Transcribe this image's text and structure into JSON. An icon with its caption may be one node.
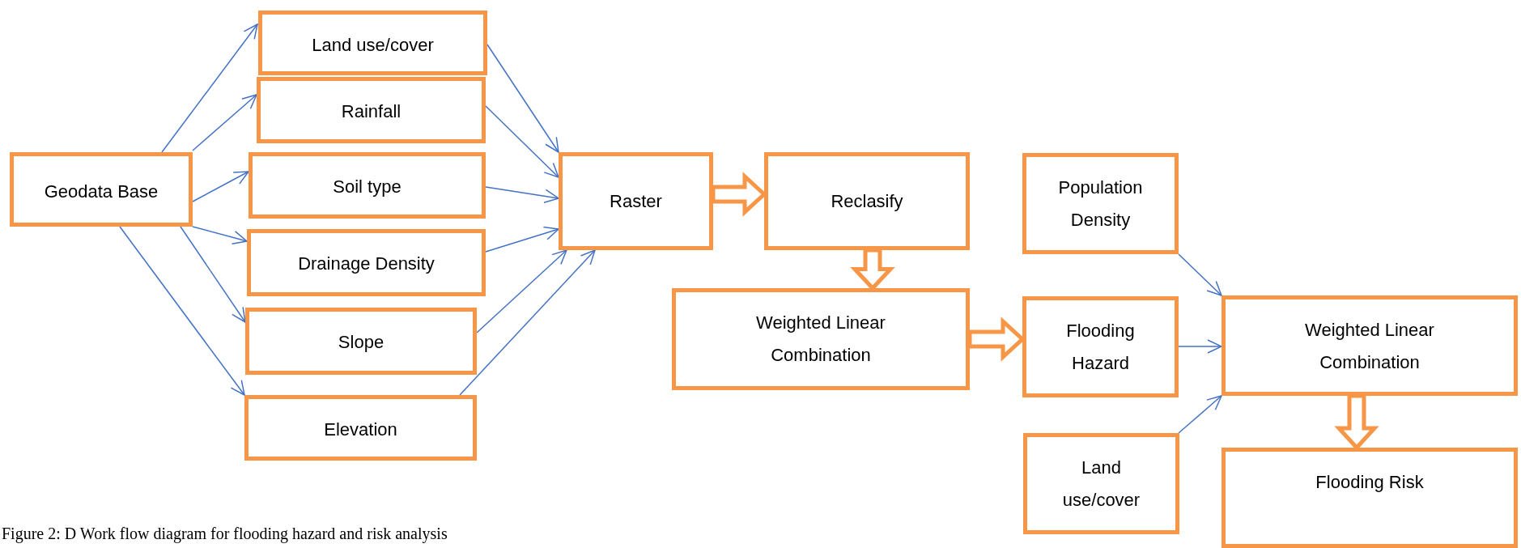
{
  "diagram": {
    "caption": "Figure 2: D Work flow diagram for flooding hazard and risk analysis",
    "nodes": [
      {
        "text": [
          "Geodata Base"
        ]
      },
      {
        "text": [
          "Land use/cover"
        ]
      },
      {
        "text": [
          "Rainfall"
        ]
      },
      {
        "text": [
          "Soil type"
        ]
      },
      {
        "text": [
          "Drainage Density"
        ]
      },
      {
        "text": [
          "Slope"
        ]
      },
      {
        "text": [
          "Elevation"
        ]
      },
      {
        "text": [
          "Raster"
        ]
      },
      {
        "text": [
          "Reclasify"
        ]
      },
      {
        "text": [
          "Weighted Linear Combination"
        ]
      },
      {
        "text": [
          "Flooding Hazard"
        ]
      },
      {
        "text": [
          "Population Density"
        ]
      },
      {
        "text": [
          "Weighted Linear Combination"
        ]
      },
      {
        "text": [
          "Land use/cover"
        ]
      },
      {
        "text": [
          "Flooding Risk"
        ]
      }
    ],
    "edges": [
      {
        "from": 0,
        "to": 1,
        "arrow": "to"
      },
      {
        "from": 0,
        "to": 2,
        "arrow": "to"
      },
      {
        "from": 0,
        "to": 3,
        "arrow": "to"
      },
      {
        "from": 0,
        "to": 4,
        "arrow": "to"
      },
      {
        "from": 0,
        "to": 5,
        "arrow": "to"
      },
      {
        "from": 0,
        "to": 6,
        "arrow": "to"
      },
      {
        "from": 1,
        "to": 7,
        "arrow": "to"
      },
      {
        "from": 2,
        "to": 7,
        "arrow": "to"
      },
      {
        "from": 3,
        "to": 7,
        "arrow": "to"
      },
      {
        "from": 4,
        "to": 7,
        "arrow": "to"
      },
      {
        "from": 5,
        "to": 7,
        "arrow": "to"
      },
      {
        "from": 6,
        "to": 7,
        "arrow": "to"
      },
      {
        "from": 7,
        "to": 8,
        "arrow": "to",
        "style": "thick",
        "color": "#f79646"
      },
      {
        "from": 8,
        "to": 9,
        "arrow": "to",
        "style": "thick",
        "color": "#f79646"
      },
      {
        "from": 9,
        "to": 10,
        "arrow": "to",
        "style": "thick",
        "color": "#f79646"
      },
      {
        "from": 11,
        "to": 12,
        "arrow": "to"
      },
      {
        "from": 10,
        "to": 12,
        "arrow": "to"
      },
      {
        "from": 13,
        "to": 12,
        "arrow": "to"
      },
      {
        "from": 12,
        "to": 14,
        "arrow": "to",
        "style": "thick",
        "color": "#f79646"
      }
    ]
  }
}
